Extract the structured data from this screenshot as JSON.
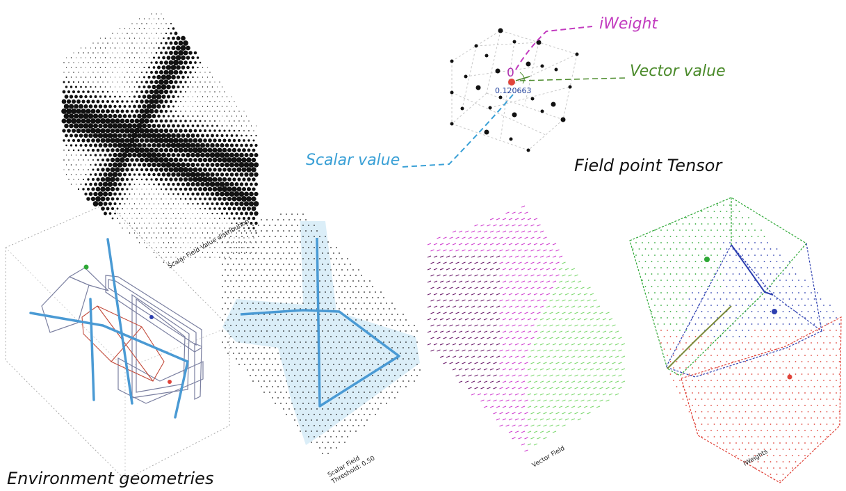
{
  "labels": {
    "iweight": "iWeight",
    "vector_value": "Vector value",
    "scalar_value": "Scalar value",
    "field_point_tensor": "Field point Tensor",
    "environment_geometries": "Environment geometries"
  },
  "tensor": {
    "vector_index": "0",
    "scalar_reading": "0.120663"
  },
  "captions": {
    "distribution": "Scalar Field Value distribution",
    "scalar_field_line1": "Scalar Field",
    "scalar_field_line2": "Threshold: 0.50",
    "vector_field": "Vector Field",
    "iweights": "iWeights"
  },
  "colors": {
    "iweight": "#c23bbf",
    "vector": "#4a8a2a",
    "scalar": "#3aa0d6",
    "ink": "#111111",
    "green_region": "#2ea836",
    "blue_region": "#2d3fb0",
    "red_region": "#e0443a",
    "magenta_vectors": "#d040d0",
    "light_green_vectors": "#7ed870",
    "polyline_blue": "#4a9ad4",
    "halo": "#cfe8f6"
  }
}
